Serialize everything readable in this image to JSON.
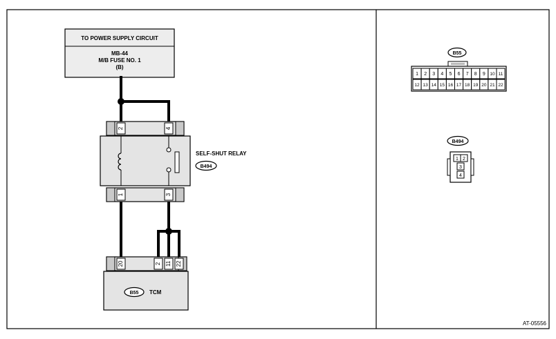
{
  "power_box": {
    "title": "TO POWER SUPPLY CIRCUIT",
    "line1": "MB-44",
    "line2": "M/B FUSE NO. 1",
    "line3": "(B)"
  },
  "relay": {
    "label": "SELF-SHUT RELAY",
    "connector": "B494",
    "top_pins": [
      "2",
      "4"
    ],
    "bottom_pins": [
      "1",
      "3"
    ]
  },
  "tcm": {
    "connector": "B55",
    "label": "TCM",
    "pins": [
      "20",
      "2",
      "11",
      "22"
    ]
  },
  "b55_connector": {
    "tag": "B55",
    "top_row": [
      "1",
      "2",
      "3",
      "4",
      "5",
      "6",
      "7",
      "8",
      "9",
      "10",
      "11"
    ],
    "bottom_row": [
      "12",
      "13",
      "14",
      "15",
      "16",
      "17",
      "18",
      "19",
      "20",
      "21",
      "22"
    ]
  },
  "b494_connector": {
    "tag": "B494",
    "rows": [
      [
        "1",
        "2"
      ],
      [
        "3"
      ],
      [
        "4"
      ]
    ]
  },
  "figure_id": "AT-05556"
}
